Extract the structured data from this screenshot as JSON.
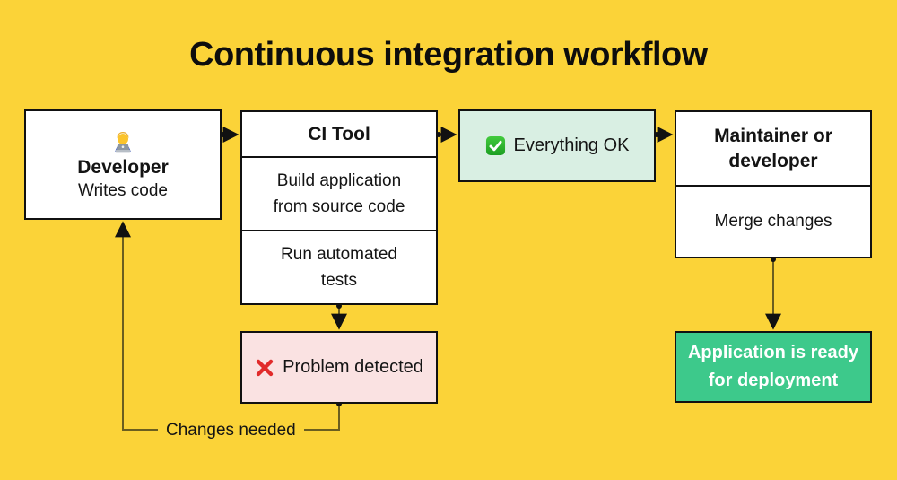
{
  "title": "Continuous integration workflow",
  "palette": {
    "background": "#FBD338",
    "node_background": "#FFFFFF",
    "node_border": "#111111",
    "ok_background": "#D9EFE3",
    "problem_background": "#FAE2E2",
    "deploy_background": "#3DC98B",
    "deploy_text": "#FFFFFF",
    "connector_shaft": "#6B5E1F",
    "connector_ends": "#111111"
  },
  "nodes": {
    "developer": {
      "icon": "technologist-emoji",
      "title": "Developer",
      "subtitle": "Writes code"
    },
    "ci_tool": {
      "title": "CI Tool",
      "step1": "Build application\nfrom source code",
      "step2": "Run automated\ntests"
    },
    "everything_ok": {
      "icon": "check-mark-button-emoji",
      "label": "Everything OK"
    },
    "maintainer": {
      "title": "Maintainer or\ndeveloper",
      "step": "Merge changes"
    },
    "problem_detected": {
      "icon": "cross-mark-emoji",
      "label": "Problem detected"
    },
    "deployment": {
      "label": "Application is ready\nfor deployment"
    }
  },
  "connectors": {
    "changes_needed_label": "Changes needed"
  }
}
